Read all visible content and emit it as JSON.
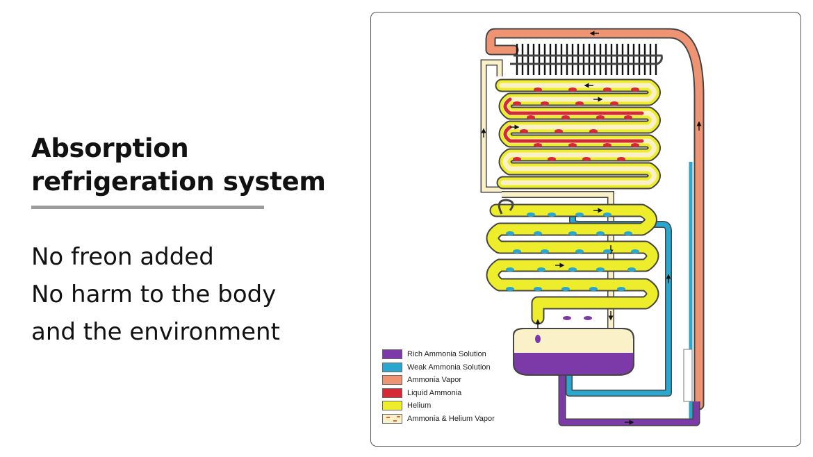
{
  "headline": [
    "Absorption",
    "refrigeration system"
  ],
  "bullets": [
    "No freon added",
    "No harm to the body",
    "and the environment"
  ],
  "legend": [
    {
      "label": "Rich Ammonia Solution",
      "color": "#7b3aa8"
    },
    {
      "label": "Weak Ammonia Solution",
      "color": "#2aa7cf"
    },
    {
      "label": "Ammonia Vapor",
      "color": "#ef9473"
    },
    {
      "label": "Liquid Ammonia",
      "color": "#d42a35"
    },
    {
      "label": "Helium",
      "color": "#eded2c"
    },
    {
      "label": "Ammonia & Helium Vapor",
      "color": "#fbf1c9"
    }
  ],
  "colors": {
    "text": "#111111",
    "rule": "#9c9c9c",
    "card_border": "#555555",
    "pipe_outline": "#444444",
    "condenser_fin": "#111111"
  },
  "icons": [
    "flow-arrow-icon"
  ]
}
